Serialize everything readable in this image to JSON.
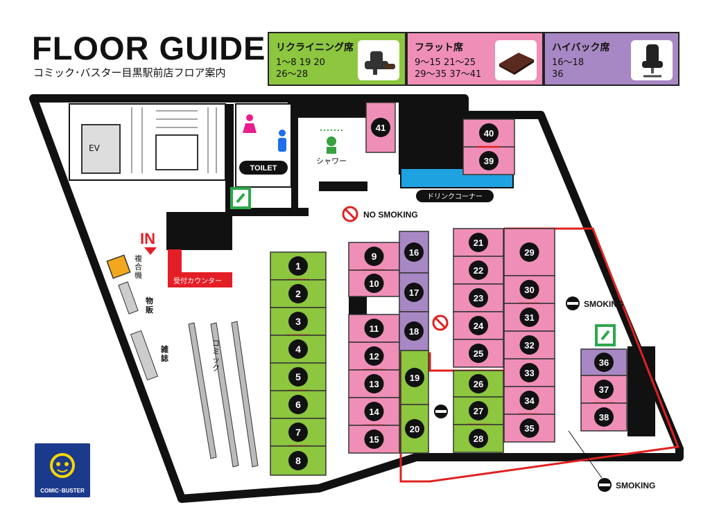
{
  "header": {
    "title": "FLOOR GUIDE",
    "subtitle": "コミック･バスター目黒駅前店フロア案内"
  },
  "legend": [
    {
      "title": "リクライニング席",
      "numbers": "1～8  19  20\n26～28",
      "color": "#8dc63f",
      "icon": "recliner-chair-icon"
    },
    {
      "title": "フラット席",
      "numbers": "9～15  21～25\n29～35  37～41",
      "color": "#ef8fb7",
      "icon": "flat-mat-icon"
    },
    {
      "title": "ハイバック席",
      "numbers": "16～18\n36",
      "color": "#a888c4",
      "icon": "highback-chair-icon"
    }
  ],
  "labels": {
    "ev": "EV",
    "toilet": "TOILET",
    "shower": "シャワー",
    "drink": "ドリンクコーナー",
    "no_smoking": "NO SMOKING",
    "smoking_1": "SMOKING",
    "smoking_2": "SMOKING",
    "in": "IN",
    "reception": "受付カウンター",
    "copier": "複合機",
    "goods": "物販",
    "magazines": "雑誌",
    "comics": "コミック",
    "logo": "COMIC･BUSTER"
  },
  "seats": [
    {
      "no": "1",
      "type": "recliner"
    },
    {
      "no": "2",
      "type": "recliner"
    },
    {
      "no": "3",
      "type": "recliner"
    },
    {
      "no": "4",
      "type": "recliner"
    },
    {
      "no": "5",
      "type": "recliner"
    },
    {
      "no": "6",
      "type": "recliner"
    },
    {
      "no": "7",
      "type": "recliner"
    },
    {
      "no": "8",
      "type": "recliner"
    },
    {
      "no": "9",
      "type": "flat"
    },
    {
      "no": "10",
      "type": "flat"
    },
    {
      "no": "11",
      "type": "flat"
    },
    {
      "no": "12",
      "type": "flat"
    },
    {
      "no": "13",
      "type": "flat"
    },
    {
      "no": "14",
      "type": "flat"
    },
    {
      "no": "15",
      "type": "flat"
    },
    {
      "no": "16",
      "type": "highback"
    },
    {
      "no": "17",
      "type": "highback"
    },
    {
      "no": "18",
      "type": "highback"
    },
    {
      "no": "19",
      "type": "recliner"
    },
    {
      "no": "20",
      "type": "recliner"
    },
    {
      "no": "21",
      "type": "flat"
    },
    {
      "no": "22",
      "type": "flat"
    },
    {
      "no": "23",
      "type": "flat"
    },
    {
      "no": "24",
      "type": "flat"
    },
    {
      "no": "25",
      "type": "flat"
    },
    {
      "no": "26",
      "type": "recliner"
    },
    {
      "no": "27",
      "type": "recliner"
    },
    {
      "no": "28",
      "type": "recliner"
    },
    {
      "no": "29",
      "type": "flat"
    },
    {
      "no": "30",
      "type": "flat"
    },
    {
      "no": "31",
      "type": "flat"
    },
    {
      "no": "32",
      "type": "flat"
    },
    {
      "no": "33",
      "type": "flat"
    },
    {
      "no": "34",
      "type": "flat"
    },
    {
      "no": "35",
      "type": "flat"
    },
    {
      "no": "36",
      "type": "highback"
    },
    {
      "no": "37",
      "type": "flat"
    },
    {
      "no": "38",
      "type": "flat"
    },
    {
      "no": "39",
      "type": "flat"
    },
    {
      "no": "40",
      "type": "flat"
    },
    {
      "no": "41",
      "type": "flat"
    }
  ],
  "colors": {
    "recliner": "#8dc63f",
    "flat": "#ef8fb7",
    "highback": "#a888c4",
    "wall": "#111111",
    "smoking_zone": "#e02020",
    "drink_counter": "#1fa3e0",
    "reception": "#e41e26"
  }
}
